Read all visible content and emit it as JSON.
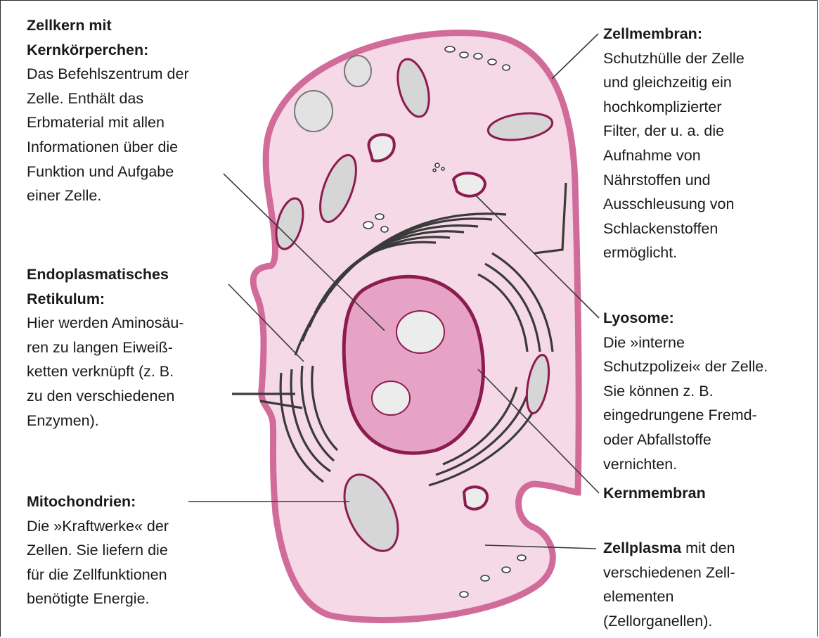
{
  "labels": {
    "zellkern": {
      "title_lines": [
        "Zellkern mit",
        "Kernkörperchen:"
      ],
      "body_lines": [
        "Das Befehlszentrum der",
        "Zelle. Enthält das",
        "Erbmaterial mit allen",
        "Informationen über die",
        "Funktion und Aufgabe",
        "einer Zelle."
      ]
    },
    "er": {
      "title_lines": [
        "Endoplasmatisches",
        "Retikulum:"
      ],
      "body_lines": [
        "Hier werden Aminosäu-",
        "ren zu langen Eiweiß-",
        "ketten verknüpft (z. B.",
        "zu den verschiedenen",
        "Enzymen)."
      ]
    },
    "mito": {
      "title_lines": [
        "Mitochondrien:"
      ],
      "body_lines": [
        "Die »Kraftwerke« der",
        "Zellen. Sie liefern die",
        "für die Zellfunktionen",
        "benötigte Energie."
      ]
    },
    "membran": {
      "title_lines": [
        "Zellmembran:"
      ],
      "body_lines": [
        "Schutzhülle der Zelle",
        "und gleichzeitig ein",
        "hochkomplizierter",
        "Filter, der u. a. die",
        "Aufnahme von",
        "Nährstoffen und",
        "Ausschleusung von",
        "Schlackenstoffen",
        "ermöglicht."
      ]
    },
    "lyso": {
      "title_lines": [
        "Lyosome:"
      ],
      "body_lines": [
        "Die »interne",
        "Schutzpolizei« der Zelle.",
        "Sie können z. B.",
        "eingedrungene Fremd-",
        "oder Abfallstoffe",
        "vernichten."
      ]
    },
    "kernmembran": {
      "title_lines": [
        "Kernmembran"
      ]
    },
    "zellplasma": {
      "title_bold": "Zellplasma",
      "title_rest": " mit den",
      "body_lines": [
        "verschiedenen Zell-",
        "elementen",
        "(Zellorganellen)."
      ]
    }
  },
  "colors": {
    "cytoplasm": "#f6d9e6",
    "membrane": "#d16b9a",
    "nucleus": "#e7a3c6",
    "nuclear_membrane": "#8c1c4f",
    "er": "#3a3a3a",
    "vacuole": "#e2e2e2",
    "leader": "#3a3a3a"
  }
}
